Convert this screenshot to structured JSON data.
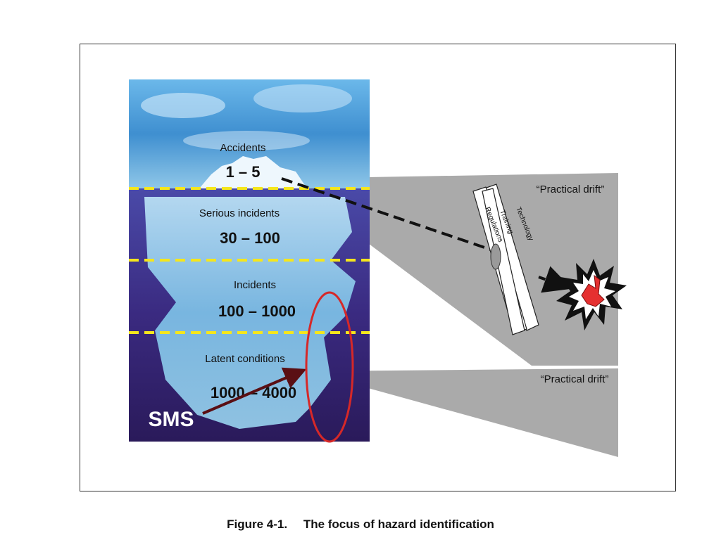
{
  "iceberg": {
    "tiers": [
      {
        "label": "Accidents",
        "range": "1 – 5"
      },
      {
        "label": "Serious incidents",
        "range": "30 – 100"
      },
      {
        "label": "Incidents",
        "range": "100 – 1000"
      },
      {
        "label": "Latent conditions",
        "range": "1000 – 4000"
      }
    ],
    "sms_label": "SMS"
  },
  "drift": {
    "top_label": "“Practical drift”",
    "bottom_label": "“Practical drift”",
    "barriers": [
      "Regulations",
      "Training",
      "Technology"
    ]
  },
  "caption": {
    "number": "Figure 4-1.",
    "title": "The focus of hazard identification"
  },
  "colors": {
    "sky": "#3f8fd0",
    "water": "#3a2a80",
    "ice": "#a8dcf4",
    "dashed_line": "#f5e61c",
    "wedge": "#aaaaaa",
    "ellipse": "#d62828",
    "arrow": "#5a0f14"
  }
}
